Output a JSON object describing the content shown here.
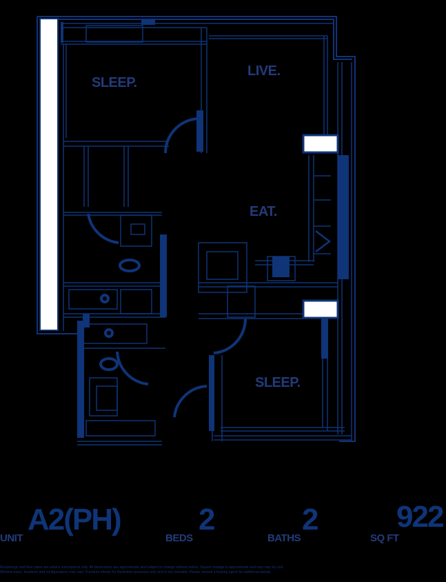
{
  "colors": {
    "background": "#000000",
    "line": "#0f3478",
    "label": "#233b7a",
    "window": "#ffffff"
  },
  "floor_plan": {
    "rooms": [
      {
        "id": "sleep-1",
        "label": "SLEEP."
      },
      {
        "id": "live",
        "label": "LIVE."
      },
      {
        "id": "eat",
        "label": "EAT."
      },
      {
        "id": "sleep-2",
        "label": "SLEEP."
      }
    ]
  },
  "unit_info": {
    "unit": {
      "caption": "UNIT",
      "value": "A2(PH)"
    },
    "beds": {
      "caption": "BEDS",
      "value": "2"
    },
    "baths": {
      "caption": "BATHS",
      "value": "2"
    },
    "sqft": {
      "caption": "SQ FT",
      "value": "922"
    }
  },
  "disclaimer": {
    "line1": "Renderings and floor plans are artist's conceptions only. All dimensions are approximate and subject to change without notice. Square footage is approximate and may vary by unit.",
    "line2": "Window sizes, locations and configurations may vary. Furniture shown for illustrative purposes only and is not included. Please consult a leasing agent for additional details."
  }
}
